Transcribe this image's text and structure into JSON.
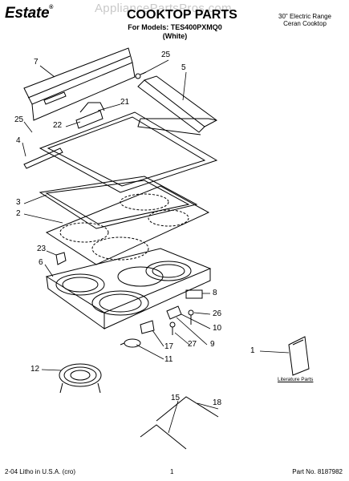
{
  "header": {
    "brand": "Estate",
    "brand_mark": "®",
    "watermark": "AppliancePartsPros.com",
    "title": "COOKTOP PARTS",
    "models_line": "For Models: TES400PXMQ0",
    "variant": "(White)",
    "product_line1": "30\" Electric Range",
    "product_line2": "Ceran Cooktop"
  },
  "callouts": [
    "7",
    "25",
    "5",
    "21",
    "22",
    "25",
    "4",
    "3",
    "2",
    "23",
    "6",
    "8",
    "26",
    "10",
    "9",
    "27",
    "17",
    "11",
    "1",
    "12",
    "18",
    "15"
  ],
  "literature_label": "Literature Parts",
  "footer": {
    "left": "2-04 Litho in U.S.A. (cro)",
    "page": "1",
    "part_no": "Part No. 8187982"
  }
}
